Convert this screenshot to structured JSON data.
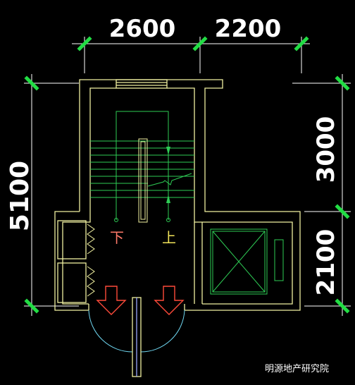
{
  "dimensions": {
    "top_left": "2600",
    "top_right": "2200",
    "left_total": "5100",
    "right_upper": "3000",
    "right_lower": "2100"
  },
  "labels": {
    "down": "下",
    "up": "上"
  },
  "credit": "明源地产研究院",
  "colors": {
    "background": "#000000",
    "wall": "#f0f0a0",
    "dimension_line": "#ffffff",
    "tick": "#22dd44",
    "stair": "#2ecc55",
    "door_swing": "#6fd6f0",
    "arrow": "#ff4a3a",
    "elevator": "#2ecc55"
  }
}
